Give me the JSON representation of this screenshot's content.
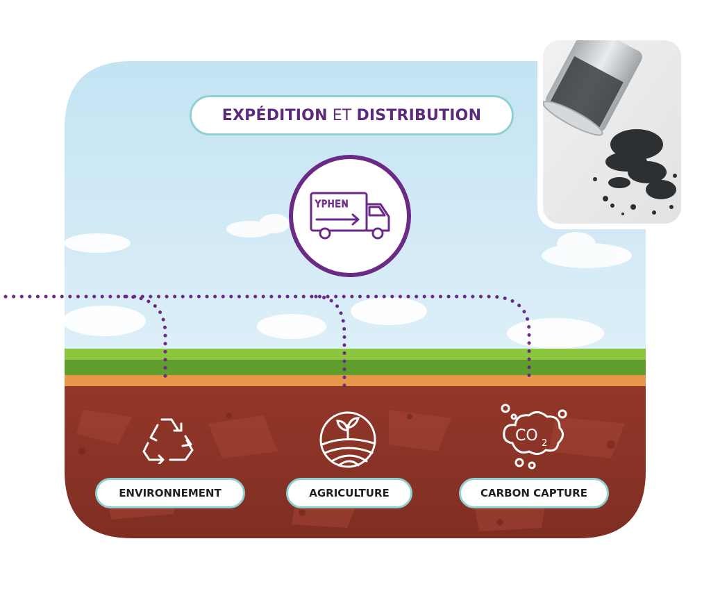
{
  "header": {
    "title_part1": "EXPÉDITION",
    "title_part2": "ET",
    "title_part3": "DISTRIBUTION"
  },
  "truck": {
    "icon": "delivery-truck-icon",
    "brand_text": "YPHEN"
  },
  "photo": {
    "subject": "glass jar with spilled dark granules"
  },
  "categories": [
    {
      "label": "ENVIRONNEMENT",
      "icon": "recycle-icon"
    },
    {
      "label": "AGRICULTURE",
      "icon": "plant-field-icon"
    },
    {
      "label": "CARBON CAPTURE",
      "icon": "co2-cloud-icon",
      "icon_text": "CO",
      "icon_subscript": "2"
    }
  ],
  "colors": {
    "brand_purple": "#5b2a7a",
    "pill_border": "#8fd1cf",
    "sky_top": "#cfe7f4",
    "grass": "#76b536",
    "soil": "#8c3226"
  }
}
